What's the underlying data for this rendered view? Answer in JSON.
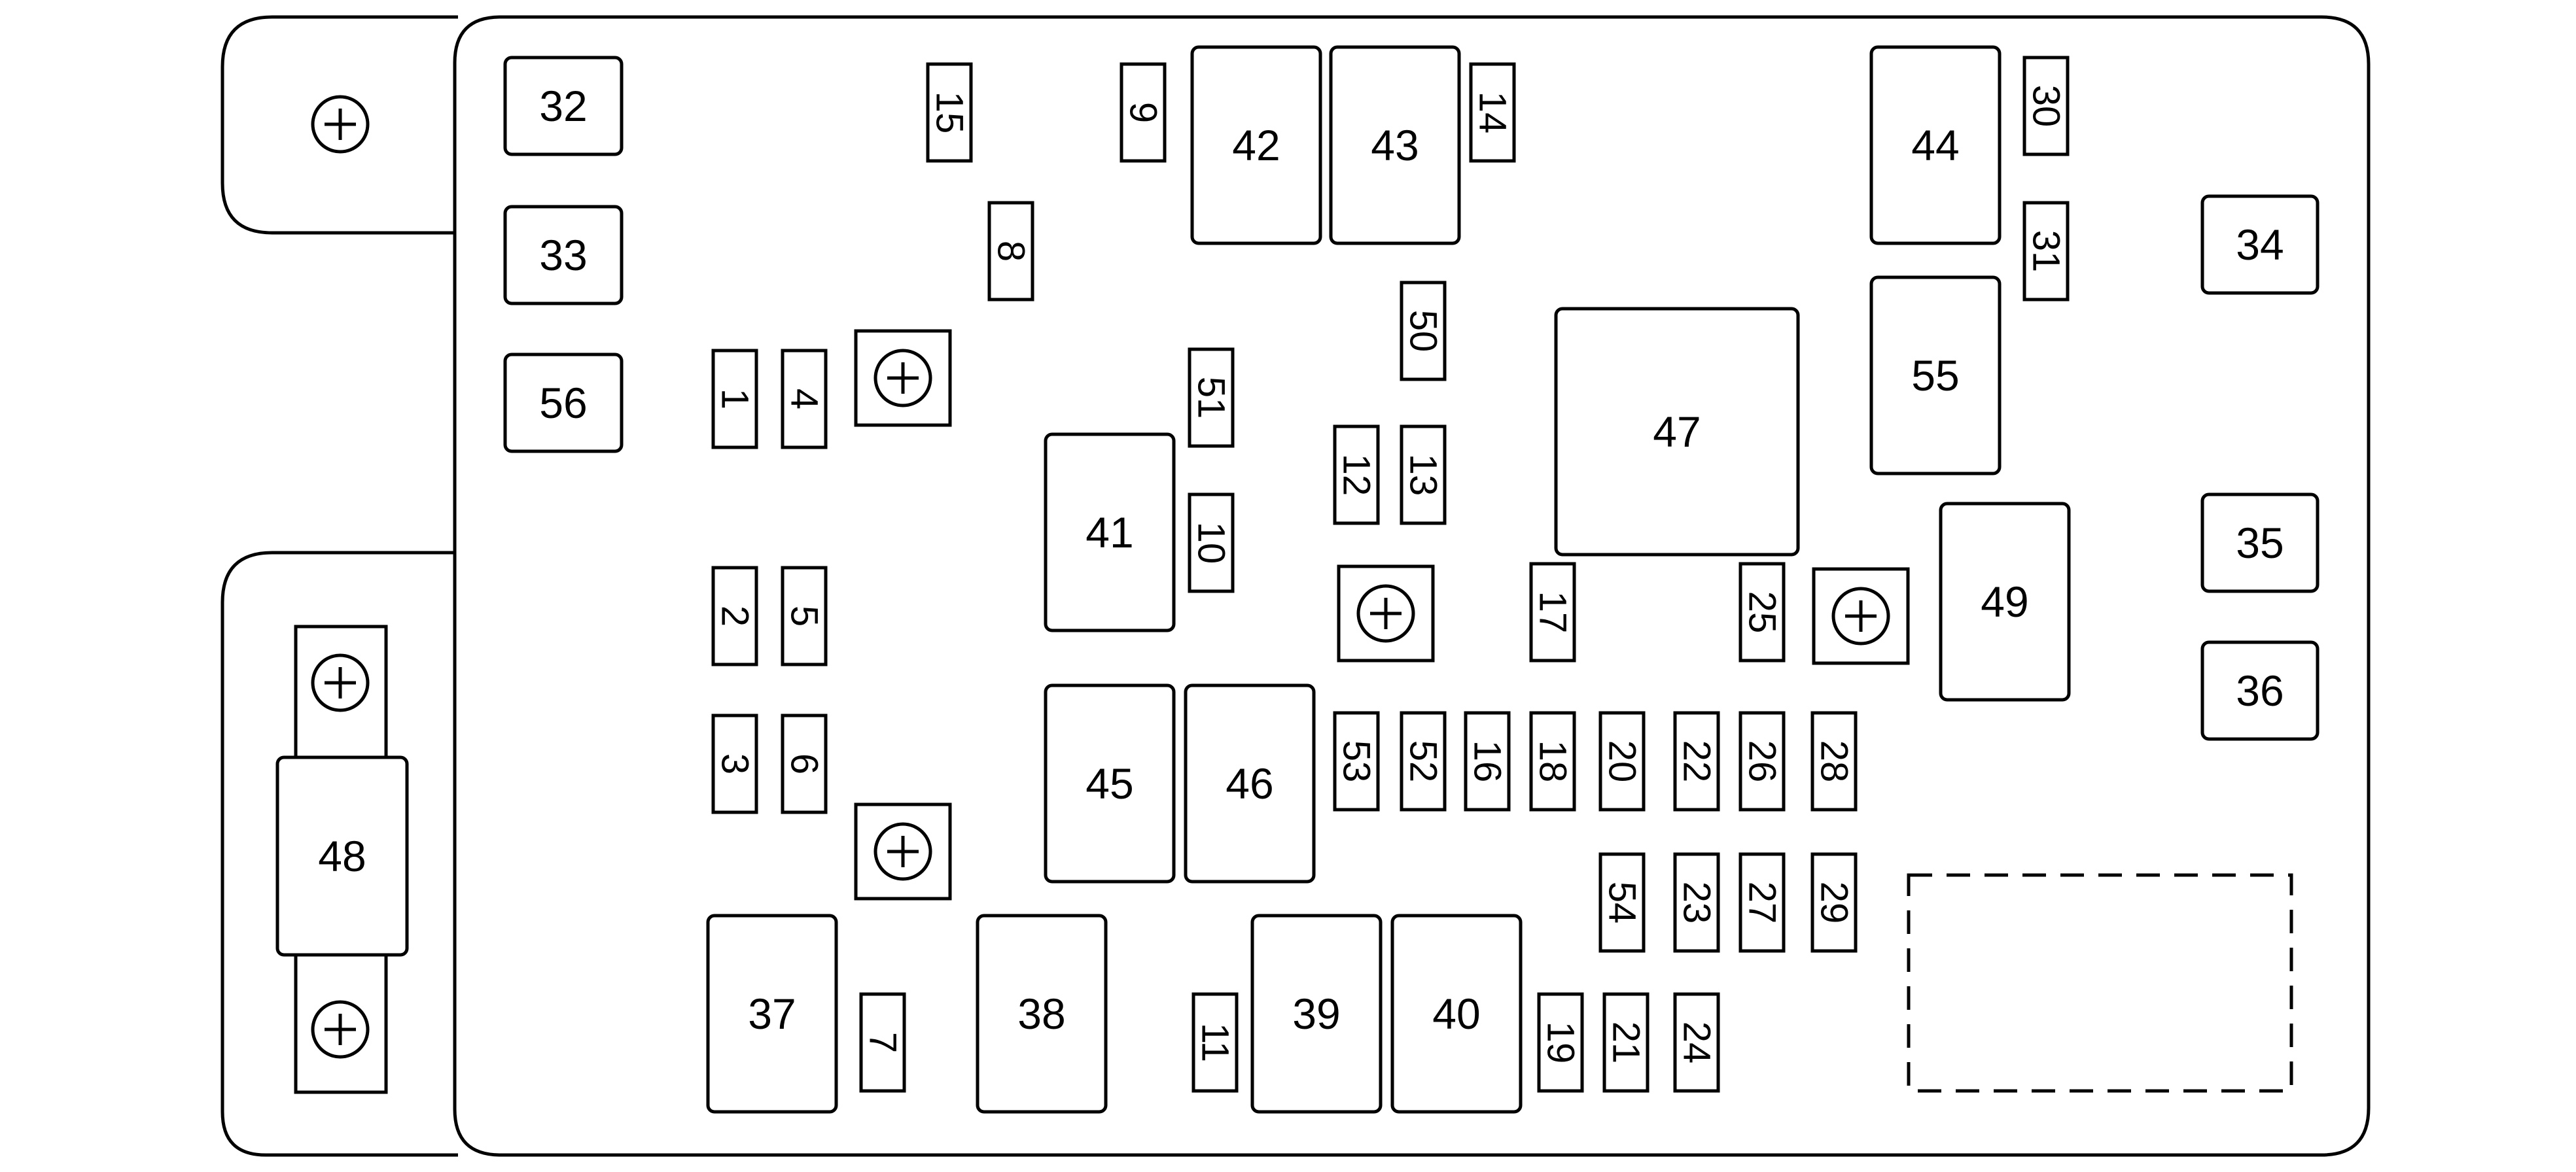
{
  "diagram": {
    "relays": [
      {
        "id": "r32",
        "label": "32"
      },
      {
        "id": "r33",
        "label": "33"
      },
      {
        "id": "r56",
        "label": "56"
      },
      {
        "id": "r34",
        "label": "34"
      },
      {
        "id": "r35",
        "label": "35"
      },
      {
        "id": "r36",
        "label": "36"
      },
      {
        "id": "r42",
        "label": "42"
      },
      {
        "id": "r43",
        "label": "43"
      },
      {
        "id": "r44",
        "label": "44"
      },
      {
        "id": "r55",
        "label": "55"
      },
      {
        "id": "r47",
        "label": "47"
      },
      {
        "id": "r41",
        "label": "41"
      },
      {
        "id": "r49",
        "label": "49"
      },
      {
        "id": "r45",
        "label": "45"
      },
      {
        "id": "r46",
        "label": "46"
      },
      {
        "id": "r37",
        "label": "37"
      },
      {
        "id": "r38",
        "label": "38"
      },
      {
        "id": "r39",
        "label": "39"
      },
      {
        "id": "r40",
        "label": "40"
      },
      {
        "id": "r48",
        "label": "48"
      }
    ],
    "fuses": [
      {
        "id": "f15",
        "label": "15"
      },
      {
        "id": "f9",
        "label": "9"
      },
      {
        "id": "f14",
        "label": "14"
      },
      {
        "id": "f30",
        "label": "30"
      },
      {
        "id": "f31",
        "label": "31"
      },
      {
        "id": "f8",
        "label": "8"
      },
      {
        "id": "f50",
        "label": "50"
      },
      {
        "id": "f51",
        "label": "51"
      },
      {
        "id": "f1",
        "label": "1"
      },
      {
        "id": "f4",
        "label": "4"
      },
      {
        "id": "f12",
        "label": "12"
      },
      {
        "id": "f13",
        "label": "13"
      },
      {
        "id": "f10",
        "label": "10"
      },
      {
        "id": "f2",
        "label": "2"
      },
      {
        "id": "f5",
        "label": "5"
      },
      {
        "id": "f17",
        "label": "17"
      },
      {
        "id": "f25",
        "label": "25"
      },
      {
        "id": "f3",
        "label": "3"
      },
      {
        "id": "f6",
        "label": "6"
      },
      {
        "id": "f53",
        "label": "53"
      },
      {
        "id": "f52",
        "label": "52"
      },
      {
        "id": "f16",
        "label": "16"
      },
      {
        "id": "f18",
        "label": "18"
      },
      {
        "id": "f20",
        "label": "20"
      },
      {
        "id": "f22",
        "label": "22"
      },
      {
        "id": "f26",
        "label": "26"
      },
      {
        "id": "f28",
        "label": "28"
      },
      {
        "id": "f54",
        "label": "54"
      },
      {
        "id": "f23",
        "label": "23"
      },
      {
        "id": "f27",
        "label": "27"
      },
      {
        "id": "f29",
        "label": "29"
      },
      {
        "id": "f7",
        "label": "7"
      },
      {
        "id": "f11",
        "label": "11"
      },
      {
        "id": "f19",
        "label": "19"
      },
      {
        "id": "f21",
        "label": "21"
      },
      {
        "id": "f24",
        "label": "24"
      }
    ],
    "terminal_icon": "plus-circle-icon",
    "colors": {
      "stroke": "#000000",
      "background": "#ffffff"
    }
  }
}
